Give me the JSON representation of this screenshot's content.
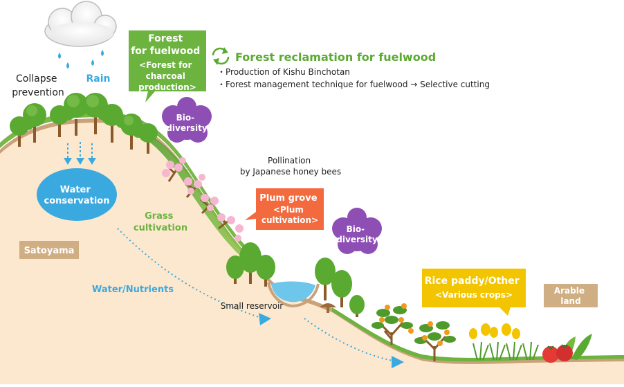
{
  "labels": {
    "collapse_line1": "Collapse",
    "collapse_line2": "prevention",
    "rain": "Rain",
    "forest_box_line1": "Forest",
    "forest_box_line2": "for fuelwood",
    "forest_box_line3": "<Forest for",
    "forest_box_line4": "charcoal",
    "forest_box_line5": "production>",
    "reclamation_title": "Forest reclamation for fuelwood",
    "reclamation_item1": "・Production of Kishu Binchotan",
    "reclamation_item2": "・Forest management technique for fuelwood → Selective cutting",
    "biodiversity1_line1": "Bio-",
    "biodiversity1_line2": "diversity",
    "water_conservation_line1": "Water",
    "water_conservation_line2": "conservation",
    "pollination_line1": "Pollination",
    "pollination_line2": "by Japanese honey bees",
    "grass_line1": "Grass",
    "grass_line2": "cultivation",
    "plum_line1": "Plum grove",
    "plum_line2": "<Plum",
    "plum_line3": "cultivation>",
    "biodiversity2_line1": "Bio-",
    "biodiversity2_line2": "diversity",
    "satoyama": "Satoyama",
    "water_nutrients": "Water/Nutrients",
    "small_reservoir": "Small reservoir",
    "rice_line1": "Rice paddy/Other",
    "rice_line2": "<Various crops>",
    "arable_line1": "Arable",
    "arable_line2": "land"
  },
  "colors": {
    "forest_green": "#6cb33f",
    "title_green": "#5aaa32",
    "sky_blue": "#3aa9e0",
    "purple": "#8e4fb5",
    "plum_orange": "#f26a3d",
    "rice_yellow": "#f2c500",
    "tan_box": "#cfae84",
    "ground": "#fbe8cf"
  }
}
